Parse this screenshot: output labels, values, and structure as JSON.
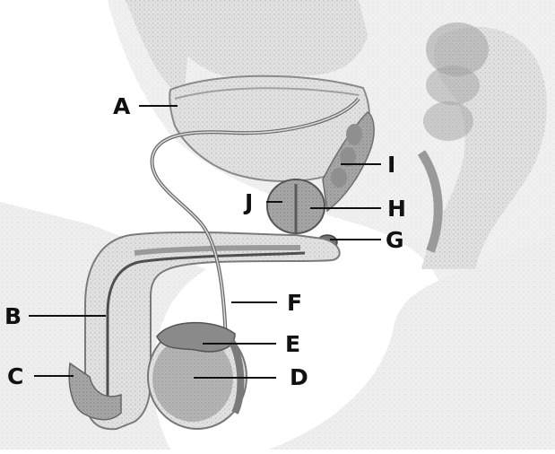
{
  "figure": {
    "labels": {
      "a": "A",
      "b": "B",
      "c": "C",
      "d": "D",
      "e": "E",
      "f": "F",
      "g": "G",
      "h": "H",
      "i": "I",
      "j": "J"
    }
  }
}
